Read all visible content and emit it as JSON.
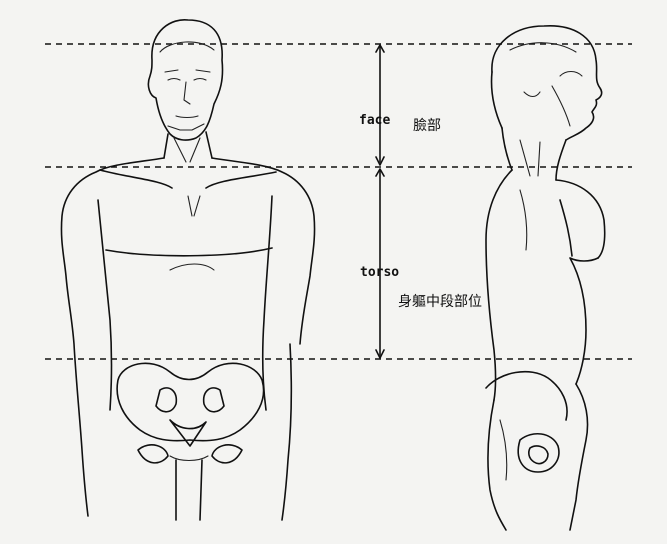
{
  "labels": {
    "face_en": "face",
    "face_cjk": "臉部",
    "torso_en": "torso",
    "torso_cjk": "身軀中段部位"
  }
}
